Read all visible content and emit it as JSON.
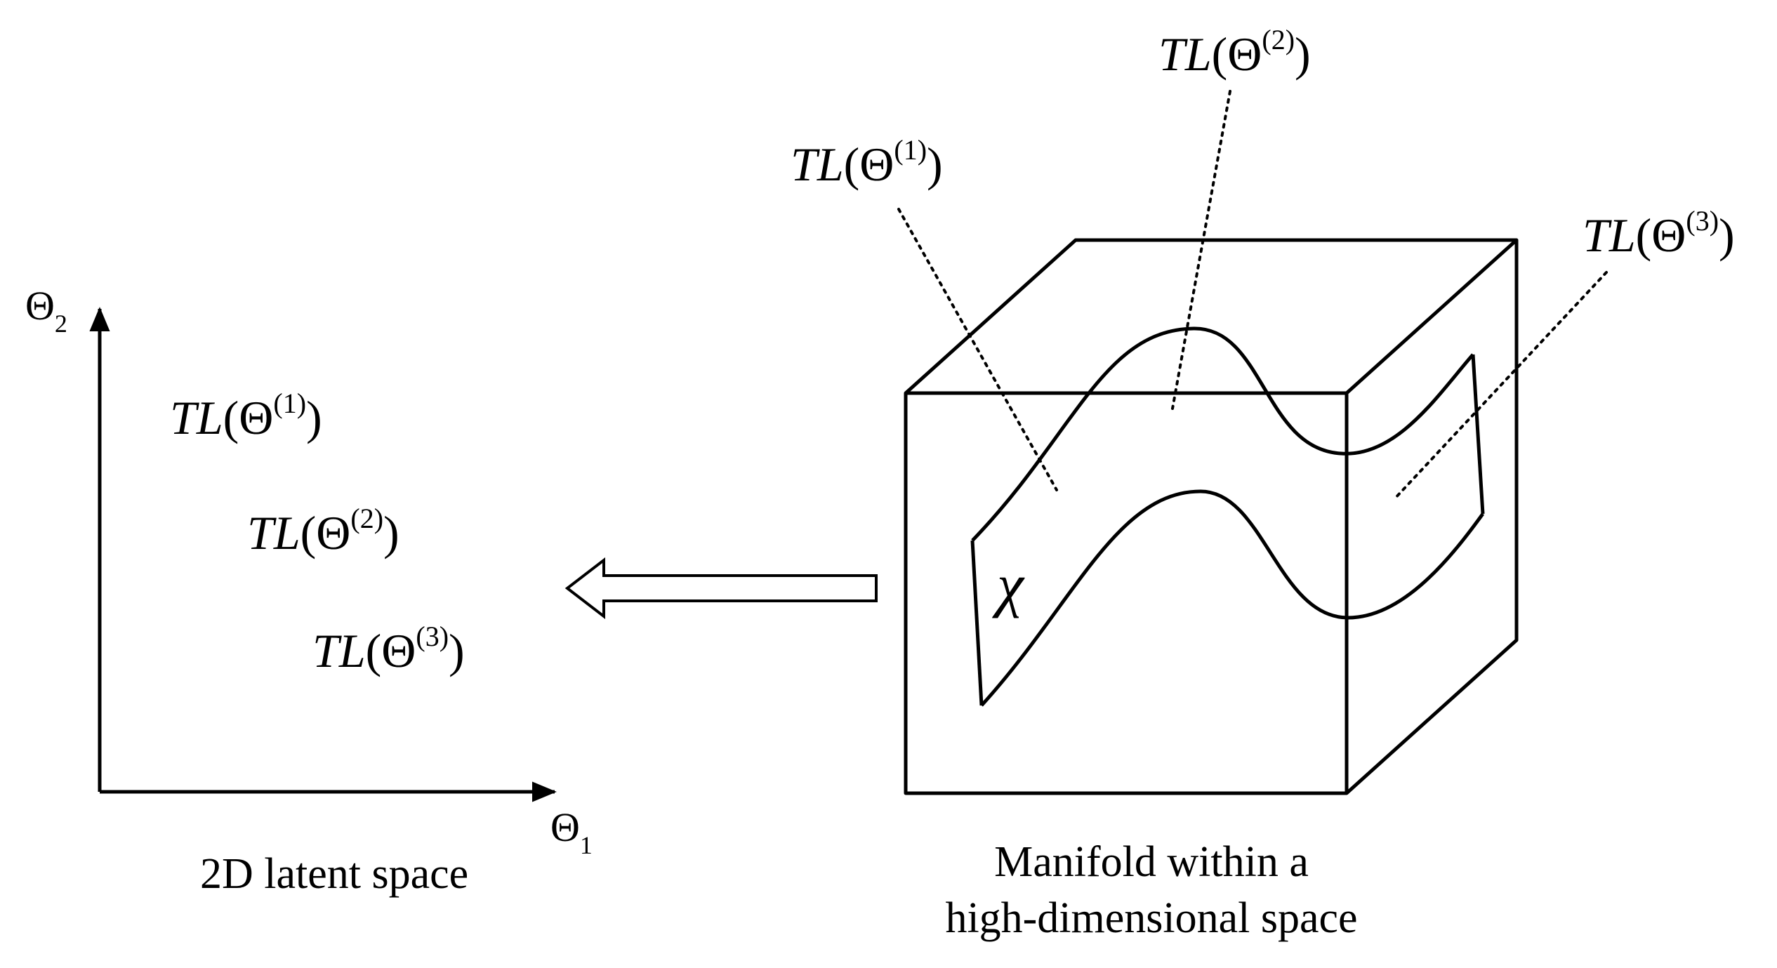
{
  "left_panel": {
    "axis_y_symbol": "Θ",
    "axis_y_subscript": "2",
    "axis_x_symbol": "Θ",
    "axis_x_subscript": "1",
    "caption": "2D latent space",
    "points": [
      {
        "prefix": "TL",
        "open": "(Θ",
        "superscript": "(1)",
        "close": ")"
      },
      {
        "prefix": "TL",
        "open": "(Θ",
        "superscript": "(2)",
        "close": ")"
      },
      {
        "prefix": "TL",
        "open": "(Θ",
        "superscript": "(3)",
        "close": ")"
      }
    ]
  },
  "right_panel": {
    "manifold_symbol": "χ",
    "caption_line1": "Manifold within a",
    "caption_line2": "high-dimensional space",
    "labels": [
      {
        "prefix": "TL",
        "open": "(Θ",
        "superscript": "(1)",
        "close": ")"
      },
      {
        "prefix": "TL",
        "open": "(Θ",
        "superscript": "(2)",
        "close": ")"
      },
      {
        "prefix": "TL",
        "open": "(Θ",
        "superscript": "(3)",
        "close": ")"
      }
    ]
  },
  "colors": {
    "line": "#000000",
    "background": "#ffffff"
  }
}
